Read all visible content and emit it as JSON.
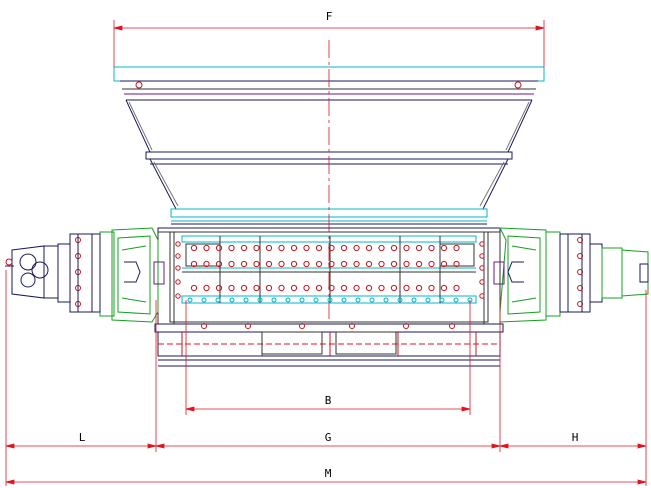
{
  "drawing": {
    "dimension_labels": {
      "F": "F",
      "B": "B",
      "L": "L",
      "G": "G",
      "H": "H",
      "M": "M"
    },
    "colors": {
      "outline": "#1a1a5a",
      "hopper_cyan": "#00b7c8",
      "dimension_red": "#e0141e",
      "motor_green": "#14a01e",
      "bolt_red": "#c8141e",
      "dark_gray": "#333333"
    }
  }
}
